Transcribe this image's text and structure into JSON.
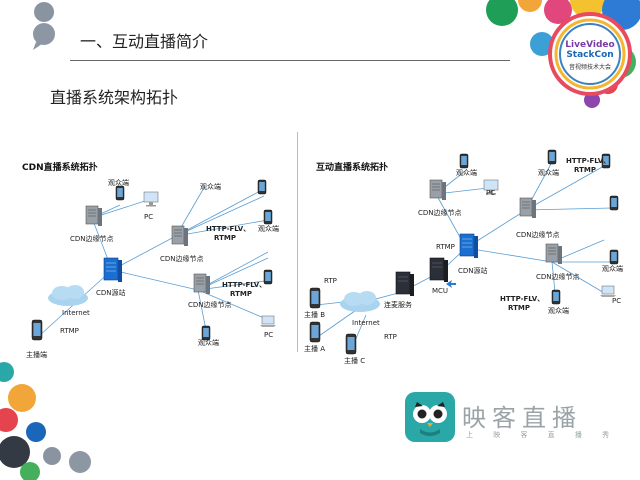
{
  "header": {
    "section_title": "一、互动直播简介",
    "subtitle": "直播系统架构拓扑"
  },
  "conference": {
    "line1": "LiveVideo",
    "line2": "StackCon",
    "tagline": "音视频技术大会"
  },
  "left_diagram": {
    "title": "CDN直播系统拓扑",
    "labels": {
      "edge_node_1": "CDN边缘节点",
      "edge_node_2": "CDN边缘节点",
      "edge_node_3": "CDN边缘节点",
      "source": "CDN源站",
      "viewer_1": "观众端",
      "viewer_2": "观众端",
      "viewer_3": "观众端",
      "viewer_4": "观众端",
      "pc_1": "PC",
      "pc_2": "PC",
      "proto_1": "HTTP-FLV、",
      "proto_1b": "RTMP",
      "proto_2": "HTTP-FLV、",
      "proto_2b": "RTMP",
      "internet": "Internet",
      "rtmp": "RTMP",
      "host": "主播端"
    }
  },
  "right_diagram": {
    "title": "互动直播系统拓扑",
    "labels": {
      "edge_node_1": "CDN边缘节点",
      "edge_node_2": "CDN边缘节点",
      "edge_node_3": "CDN边缘节点",
      "source": "CDN源站",
      "viewer_1": "观众端",
      "viewer_2": "观众端",
      "viewer_3": "观众端",
      "viewer_4": "观众端",
      "pc_1": "PC",
      "pc_2": "PC",
      "proto_1": "HTTP-FLV、",
      "proto_1b": "RTMP",
      "proto_2": "HTTP-FLV、",
      "proto_2b": "RTMP",
      "rtmp_top": "RTMP",
      "mcu": "MCU",
      "mix_service": "连麦服务",
      "internet": "Internet",
      "rtp_1": "RTP",
      "rtp_2": "RTP",
      "host_a": "主播 A",
      "host_b": "主播 B",
      "host_c": "主播 C"
    }
  },
  "brand": {
    "name": "映客直播",
    "tagline": "上 映 客   直 播 秀"
  },
  "colors": {
    "link": "#4a90c8",
    "server": "#8a8f96",
    "source": "#1a6fd1",
    "cloud": "#9cc9ea",
    "brand_teal": "#2aa8a8"
  }
}
